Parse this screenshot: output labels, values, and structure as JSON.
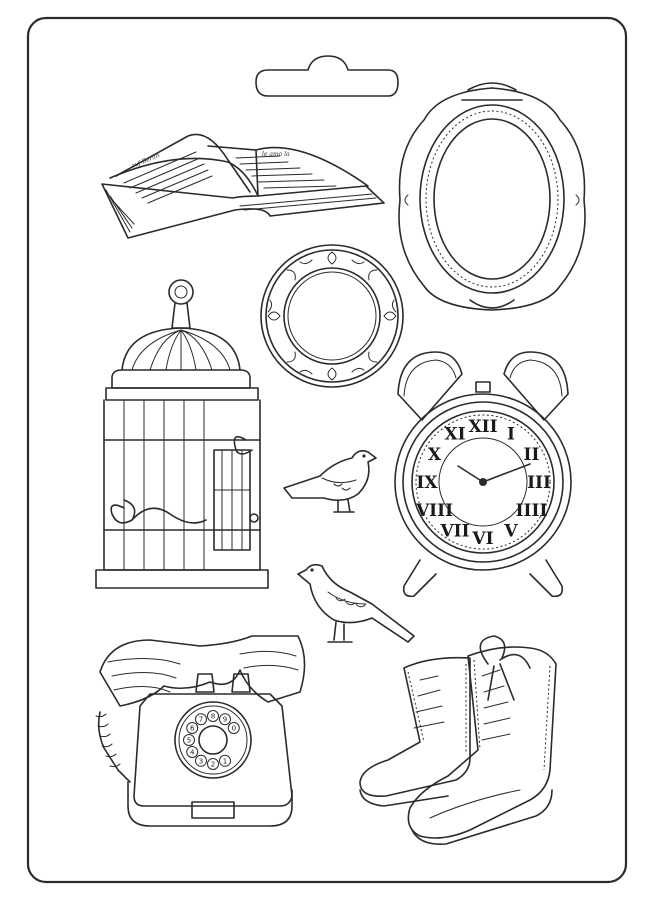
{
  "mould": {
    "plate_color": "#ffffff",
    "line_color": "#2b2b2b"
  },
  "elements": {
    "book": "open-book",
    "oval_frame": "oval-mirror-frame",
    "round_frame": "round-ornate-frame",
    "birdcage": "birdcage",
    "clock": "alarm-clock",
    "bird_upper": "bird",
    "bird_lower": "bird",
    "telephone": "rotary-telephone",
    "boots": "lace-up-boots"
  },
  "clock": {
    "numerals": [
      "XII",
      "I",
      "II",
      "III",
      "IIII",
      "V",
      "VI",
      "VII",
      "VIII",
      "IX",
      "X",
      "XI"
    ]
  },
  "telephone": {
    "dial_digits": [
      "1",
      "2",
      "3",
      "4",
      "5",
      "6",
      "7",
      "8",
      "9",
      "0"
    ]
  }
}
